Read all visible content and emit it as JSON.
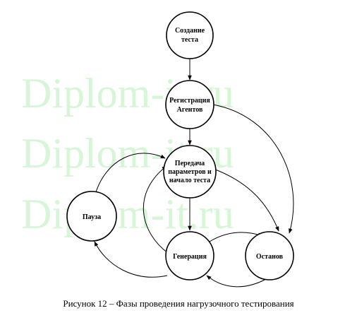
{
  "watermark": {
    "text": "Diplom-it.ru",
    "color": "#d7f5d7"
  },
  "nodes": {
    "create": {
      "lines": [
        "Создание",
        "теста"
      ]
    },
    "register": {
      "lines": [
        "Регистрация",
        "Агентов"
      ]
    },
    "transfer": {
      "lines": [
        "Передача",
        "параметров и",
        "начало теста"
      ]
    },
    "pause": {
      "lines": [
        "Пауза"
      ]
    },
    "generate": {
      "lines": [
        "Генерация"
      ]
    },
    "stop": {
      "lines": [
        "Останов"
      ]
    }
  },
  "edges": [
    {
      "from": "create",
      "to": "register"
    },
    {
      "from": "register",
      "to": "transfer"
    },
    {
      "from": "register",
      "to": "stop"
    },
    {
      "from": "transfer",
      "to": "generate"
    },
    {
      "from": "transfer",
      "to": "stop"
    },
    {
      "from": "pause",
      "to": "transfer"
    },
    {
      "from": "generate",
      "to": "pause"
    },
    {
      "from": "generate",
      "to": "transfer"
    },
    {
      "from": "generate",
      "to": "stop"
    },
    {
      "from": "stop",
      "to": "generate"
    }
  ],
  "caption": "Рисунок 12  – Фазы проведения нагрузочного тестирования"
}
